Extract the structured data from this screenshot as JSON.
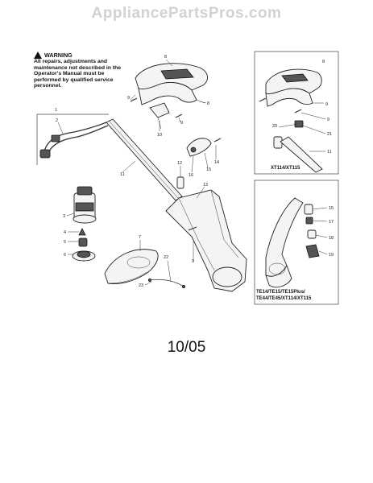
{
  "header": {
    "site_title": "AppliancePartsPros.com"
  },
  "warning": {
    "title": "WARNING",
    "text": "All repairs, adjustments and maintenance not described in the Operator's Manual must be performed by qualified service personnel."
  },
  "date_code": "10/05",
  "part_labels": {
    "p1": "1",
    "p2": "2",
    "p3": "3",
    "p4": "4",
    "p5": "5",
    "p6": "6",
    "p7": "7",
    "p8": "8",
    "p9": "9",
    "p10": "10",
    "p11": "11",
    "p12": "12",
    "p13": "13",
    "p14": "14",
    "p15": "15",
    "p16": "16",
    "p22": "22",
    "p23": "23",
    "p20": "20",
    "p21": "21",
    "p17": "17",
    "p18": "18",
    "p19": "19"
  },
  "inset_top": {
    "labels": {
      "p8": "8",
      "p9a": "9",
      "p9b": "9",
      "p20": "20",
      "p21": "21",
      "p11": "11"
    },
    "models": "XT114/XT115"
  },
  "inset_bottom": {
    "labels": {
      "p15": "15",
      "p17": "17",
      "p18": "18",
      "p19": "19"
    },
    "models_line1": "TE14/TE15/TE15Plus/",
    "models_line2": "TE44/TE45/XT114/XT115"
  },
  "icons": [
    "warning-icon"
  ]
}
